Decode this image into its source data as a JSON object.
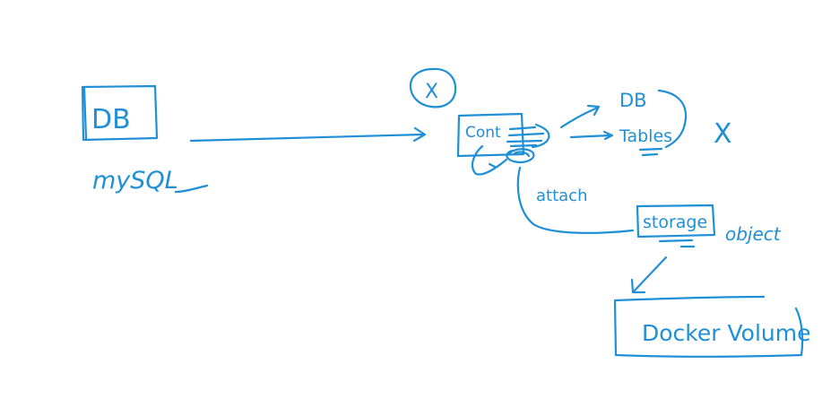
{
  "labels": {
    "db_box": "DB",
    "mysql": "mySQL",
    "x_circle": "X",
    "cont": "Cont",
    "db_right": "DB",
    "tables": "Tables",
    "x_mark": "X",
    "attach": "attach",
    "storage": "storage",
    "object": "object",
    "docker_volume": "Docker Volume"
  },
  "colors": {
    "ink": "#1f8fd6",
    "background": "#ffffff"
  }
}
